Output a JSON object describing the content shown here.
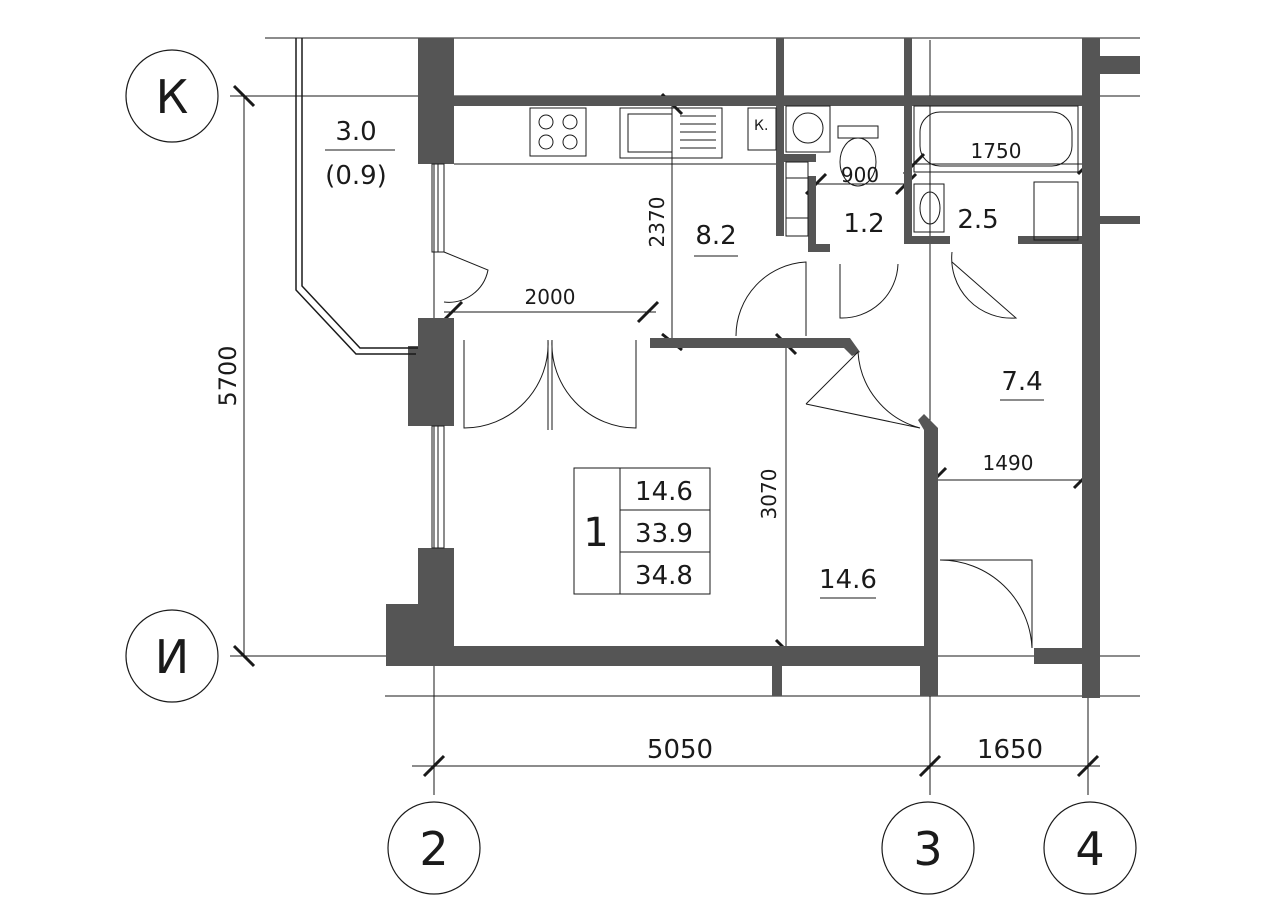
{
  "axes": {
    "row_top": "К",
    "row_bottom": "И",
    "col_2": "2",
    "col_3": "3",
    "col_4": "4"
  },
  "dimensions": {
    "total_height": "5700",
    "width_2_3": "5050",
    "width_3_4": "1650",
    "kitchen_depth": "2370",
    "hall_width": "2000",
    "room_depth": "3070",
    "corridor_width": "1490",
    "bath_length": "1750",
    "wc_width": "900"
  },
  "rooms": {
    "balcony_area": "3.0",
    "balcony_reduced": "(0.9)",
    "kitchen": "8.2",
    "wc": "1.2",
    "bathroom": "2.5",
    "corridor": "7.4",
    "living": "14.6"
  },
  "summary": {
    "rooms_count": "1",
    "living_area": "14.6",
    "total_area": "33.9",
    "total_with_balcony": "34.8"
  },
  "fixtures": {
    "boiler_label": "К."
  }
}
